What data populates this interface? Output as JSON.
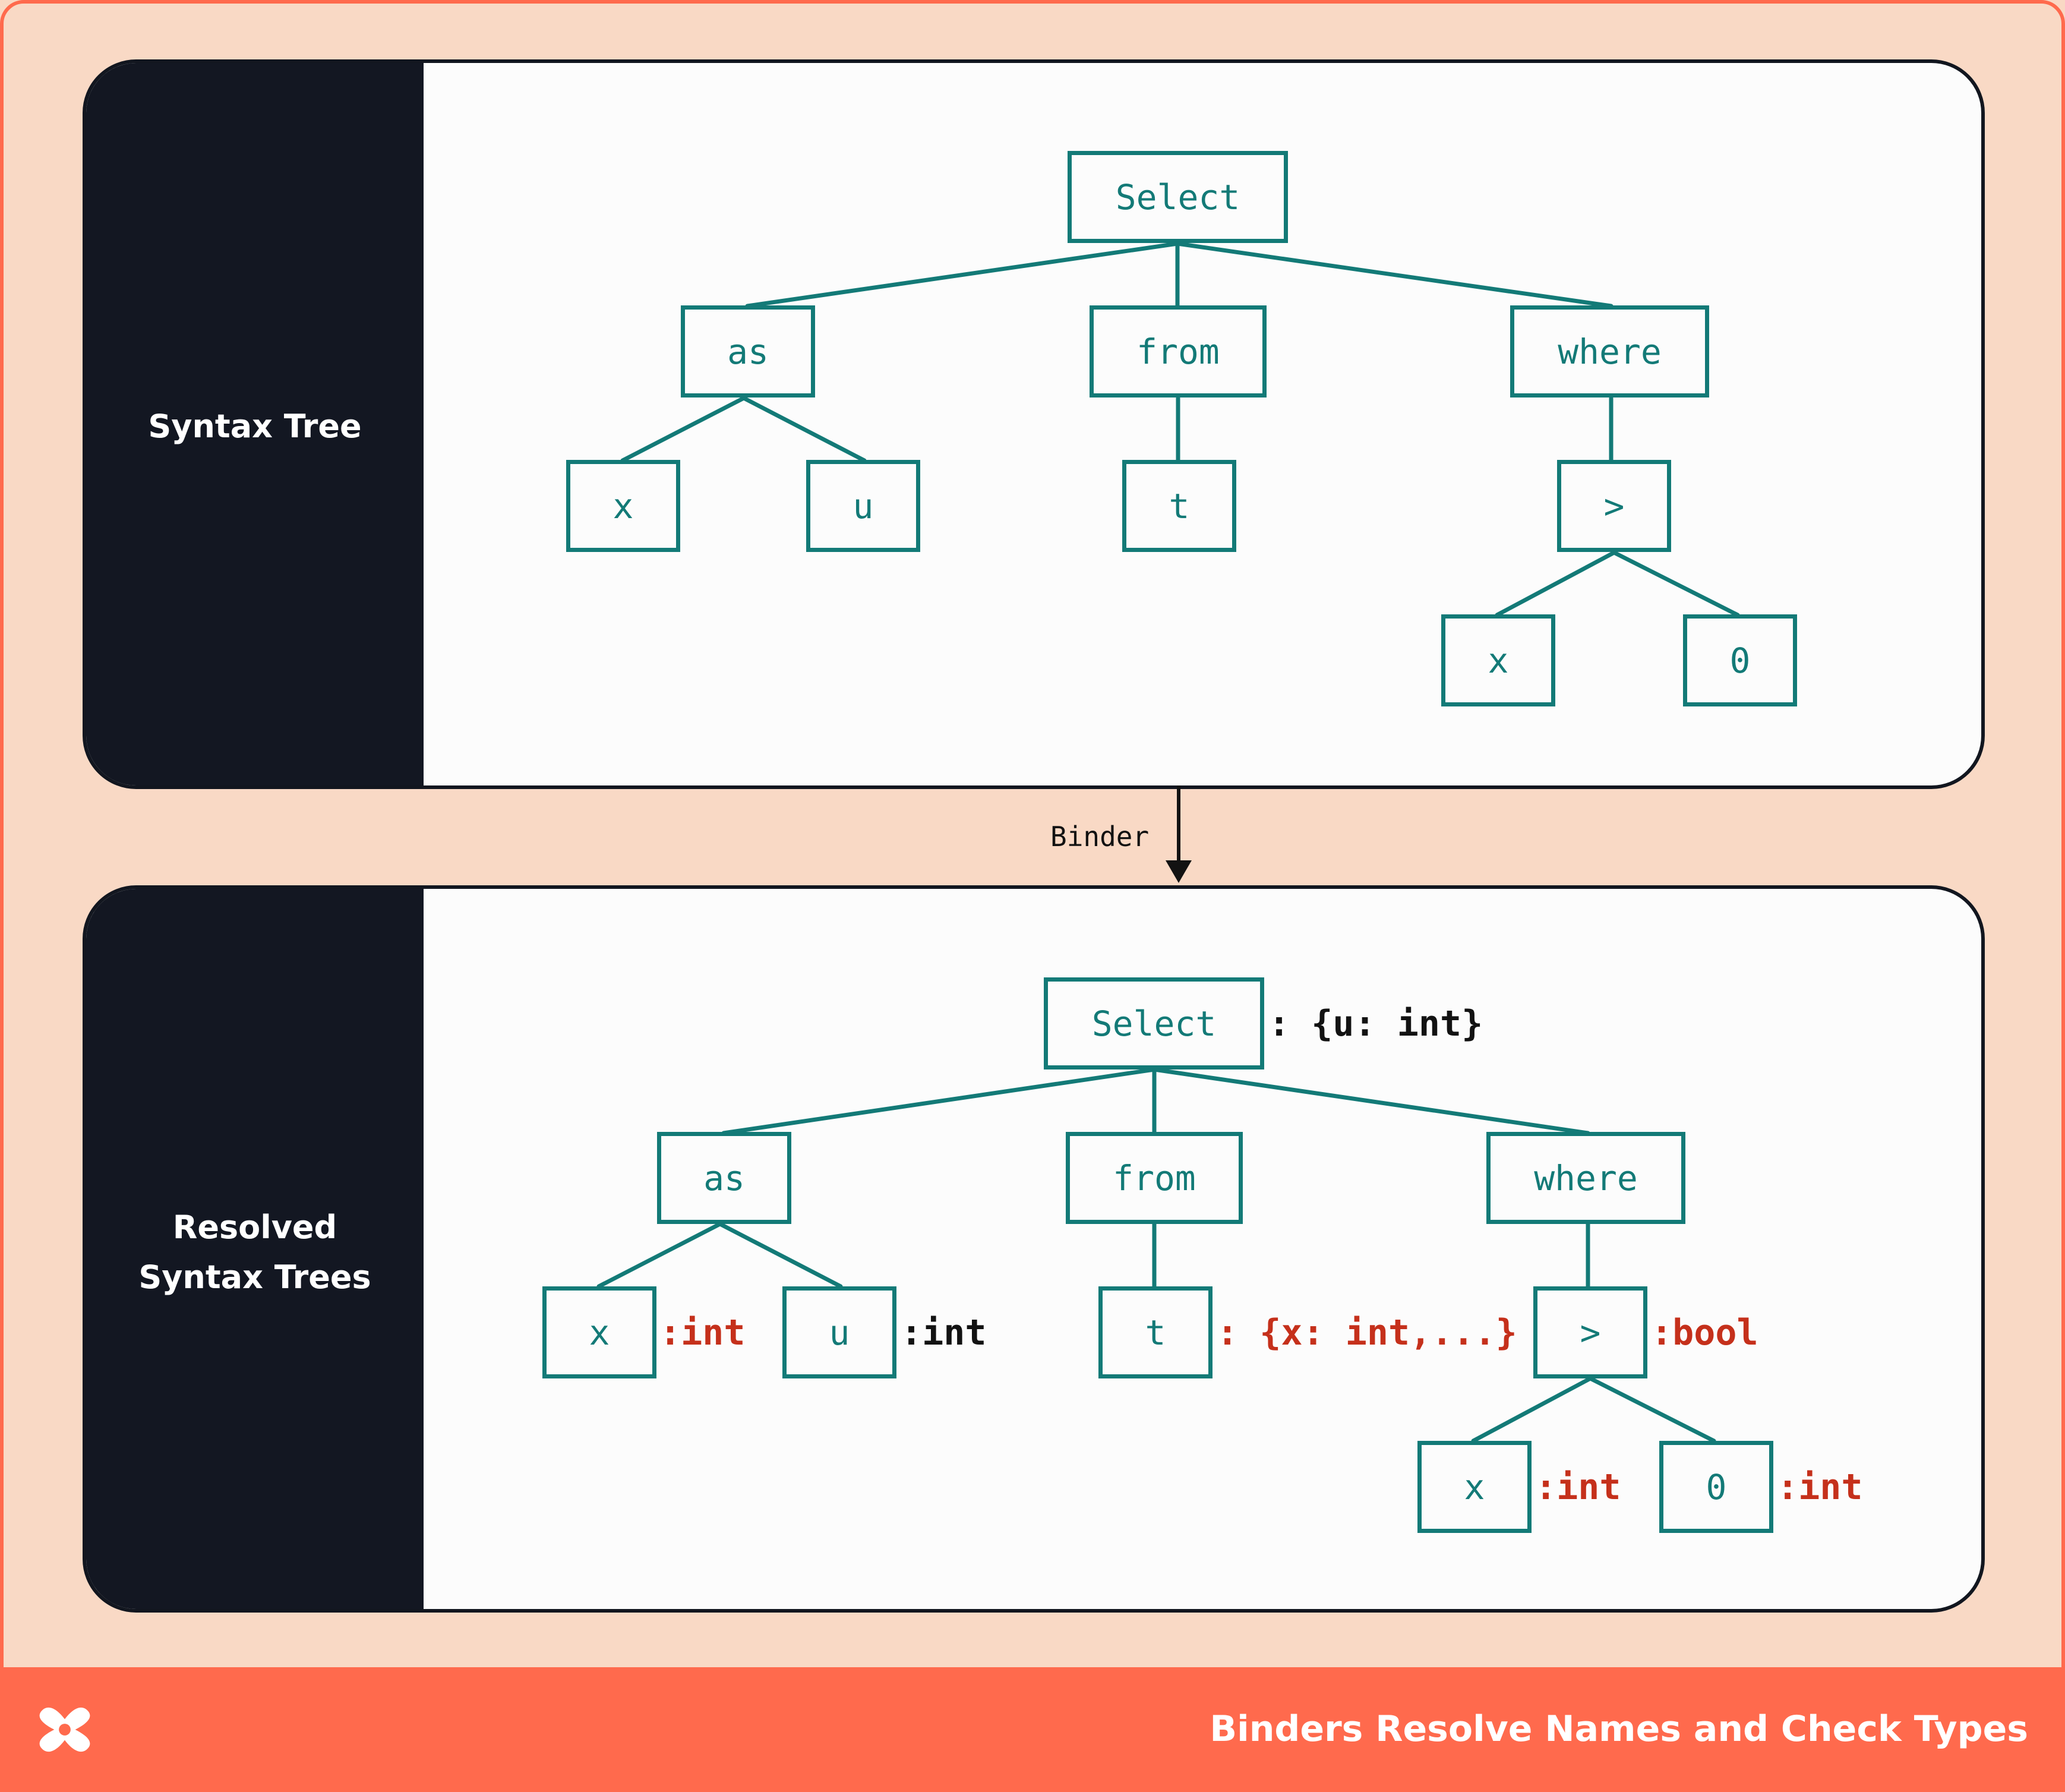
{
  "footer": {
    "title": "Binders Resolve Names and Check Types"
  },
  "top_panel": {
    "label": "Syntax Tree",
    "nodes": {
      "select": "Select",
      "as": "as",
      "from": "from",
      "where": "where",
      "x": "x",
      "u": "u",
      "t": "t",
      "gt": ">",
      "x2": "x",
      "zero": "0"
    }
  },
  "arrow": {
    "label": "Binder"
  },
  "bottom_panel": {
    "label_line1": "Resolved",
    "label_line2": "Syntax Trees",
    "nodes": {
      "select": "Select",
      "as": "as",
      "from": "from",
      "where": "where",
      "x": "x",
      "u": "u",
      "t": "t",
      "gt": ">",
      "x2": "x",
      "zero": "0"
    },
    "annotations": {
      "select": ": {u: int}",
      "x": ":int",
      "u": ":int",
      "t": ": {x: int,...}",
      "gt": ":bool",
      "x2": ":int",
      "zero": ":int"
    }
  },
  "colors": {
    "node": "#137a77",
    "annotation_new": "#c5301b",
    "annotation_known": "#121212",
    "side": "#131722",
    "accent": "#ff6a4d"
  }
}
